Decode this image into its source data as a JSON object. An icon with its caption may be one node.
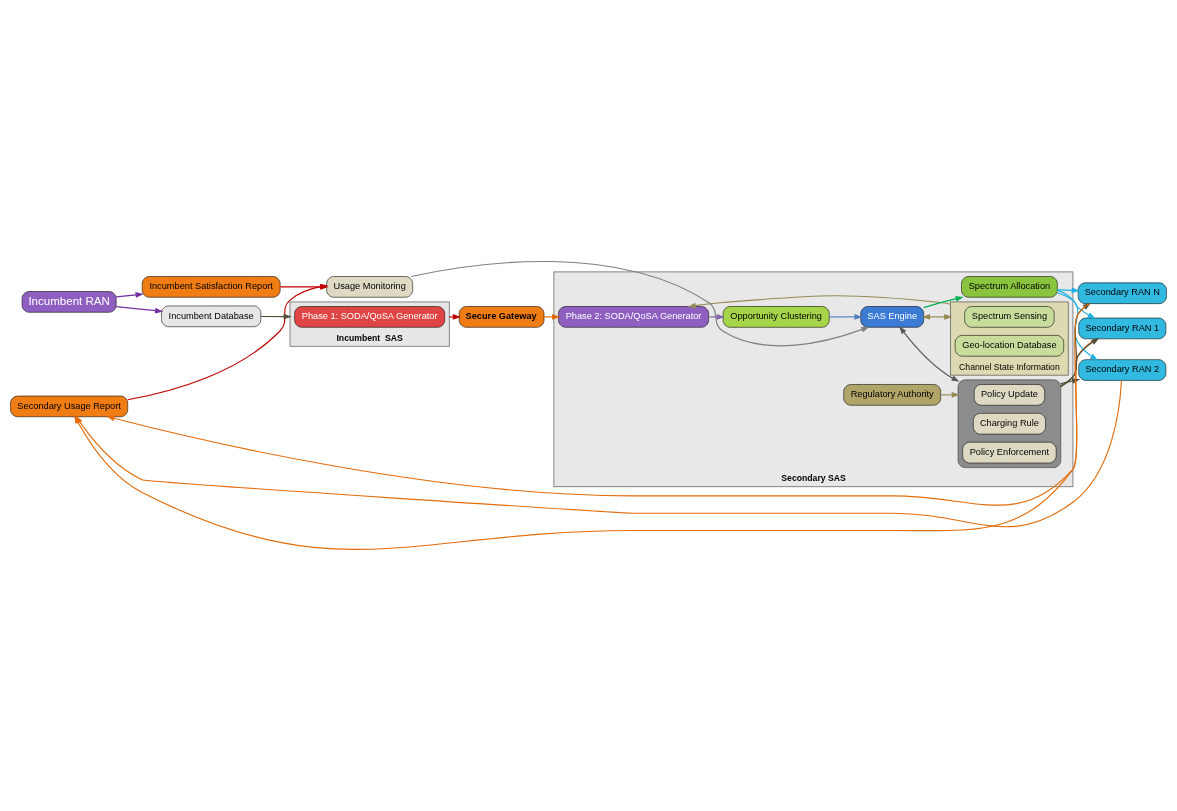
{
  "diagram": {
    "nodes": [
      {
        "text": [
          "Incumbent RAN"
        ]
      },
      {
        "text": [
          "Incumbent Satisfaction Report"
        ]
      },
      {
        "text": [
          "Usage Monitoring"
        ]
      },
      {
        "text": [
          "Secondary Usage Report"
        ]
      },
      {
        "text": [
          "Secondary RAN 1"
        ]
      },
      {
        "text": [
          "Incumbent  SAS"
        ]
      },
      {
        "text": [
          "Phase 1: SODA/QoSA Generator"
        ],
        "in": 5
      },
      {
        "text": [
          "Secure Gateway"
        ]
      },
      {
        "text": [
          "Secondary SAS"
        ]
      },
      {
        "text": [
          "Phase 2: SODA/QoSA Generator"
        ],
        "in": 8
      },
      {
        "text": [
          "Opportunity Clustering"
        ],
        "in": 8
      },
      {
        "text": [
          "Channel State Information"
        ],
        "in": 8
      },
      {
        "text": [
          "Spectrum Sensing"
        ],
        "in": 11
      },
      {
        "text": [
          "Geo-location Database"
        ],
        "in": 11
      },
      {
        "text": [
          "SAS Engine"
        ],
        "in": 8
      },
      {
        "text": [
          "Spectrum Allocation"
        ],
        "in": 8
      },
      {
        "text": [
          "Regulatory Authority"
        ],
        "in": 8
      },
      {
        "text": [],
        "shape": "box",
        "in": 8
      },
      {
        "text": [
          "Policy Update"
        ],
        "in": 17
      },
      {
        "text": [
          "Charging Rule"
        ],
        "in": 17
      },
      {
        "text": [
          "Policy Enforcement"
        ],
        "in": 17
      },
      {
        "text": [
          "Secondary RAN 2"
        ]
      },
      {
        "text": [
          "Incumbent Database"
        ]
      },
      {
        "text": [
          "Secondary RAN N"
        ]
      }
    ],
    "edges": [
      {
        "from": 0,
        "to": 1,
        "arrow": "to",
        "color": "#7030a0"
      },
      {
        "from": 1,
        "to": 2,
        "arrow": "to",
        "color": "#c00000"
      },
      {
        "from": 3,
        "to": 2,
        "arrow": "to",
        "color": "#c00000"
      },
      {
        "from": 4,
        "to": 3,
        "arrow": "to",
        "color": "#e46c0a"
      },
      {
        "from": 21,
        "to": 3,
        "arrow": "to",
        "color": "#e46c0a"
      },
      {
        "from": 23,
        "to": 3,
        "arrow": "to",
        "color": "#e46c0a"
      },
      {
        "from": 0,
        "to": 22,
        "arrow": "to",
        "color": "#7030a0"
      },
      {
        "from": 22,
        "to": 5,
        "arrow": "to",
        "color": "#4f4f3a"
      },
      {
        "from": 5,
        "to": 7,
        "arrow": "to",
        "color": "#c00000"
      },
      {
        "from": 7,
        "to": 9,
        "arrow": "to",
        "color": "#e46c0a"
      },
      {
        "from": 9,
        "to": 10,
        "arrow": "to",
        "color": "#8064a2"
      },
      {
        "from": 10,
        "to": 14,
        "arrow": "to",
        "color": "#4f81bd"
      },
      {
        "from": 2,
        "to": 14,
        "arrow": "to",
        "color": "#7f7f7f"
      },
      {
        "from": 11,
        "to": 9,
        "arrow": "to",
        "color": "#948a54"
      },
      {
        "from": 14,
        "to": 11,
        "arrow": "both",
        "color": "#948a54"
      },
      {
        "from": 14,
        "to": 15,
        "arrow": "to",
        "color": "#00b050"
      },
      {
        "from": 14,
        "to": 17,
        "arrow": "both",
        "color": "#595959"
      },
      {
        "from": 16,
        "to": 17,
        "arrow": "to",
        "color": "#948a54"
      },
      {
        "from": 15,
        "to": 4,
        "arrow": "to",
        "color": "#1fb0e0"
      },
      {
        "from": 15,
        "to": 21,
        "arrow": "to",
        "color": "#1fb0e0"
      },
      {
        "from": 15,
        "to": 23,
        "arrow": "to",
        "color": "#1fb0e0"
      },
      {
        "from": 17,
        "to": 4,
        "arrow": "to",
        "color": "#4f4f3a"
      },
      {
        "from": 17,
        "to": 21,
        "arrow": "to",
        "color": "#4f4f3a"
      },
      {
        "from": 17,
        "to": 23,
        "arrow": "to",
        "color": "#4f4f3a"
      }
    ]
  }
}
